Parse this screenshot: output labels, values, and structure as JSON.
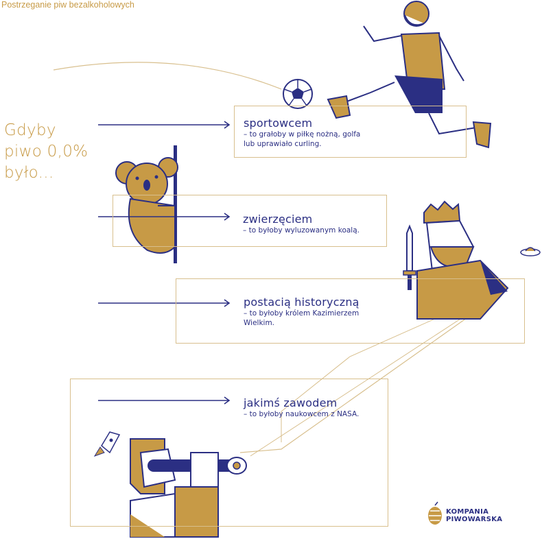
{
  "header": {
    "title": "Postrzeganie piw bezalkoholowych"
  },
  "lead": {
    "line1": "Gdyby",
    "line2": "piwo 0,0%",
    "line3": "było..."
  },
  "items": [
    {
      "title": "sportowcem",
      "desc1": "– to grałoby w piłkę nożną, golfa",
      "desc2": "lub uprawiało curling."
    },
    {
      "title": "zwierzęciem",
      "desc1": "– to byłoby wyluzowanym koalą."
    },
    {
      "title": "postacią historyczną",
      "desc1": "– to byłoby królem Kazimierzem",
      "desc2": "Wielkim."
    },
    {
      "title": "jakimś zawodem",
      "desc1": "– to byłoby naukowcem z NASA."
    }
  ],
  "logo": {
    "line1": "KOMPANIA",
    "line2": "PIWOWARSKA"
  },
  "colors": {
    "gold": "#c79a46",
    "navy": "#2b2f83",
    "line": "#d8bf8d"
  }
}
